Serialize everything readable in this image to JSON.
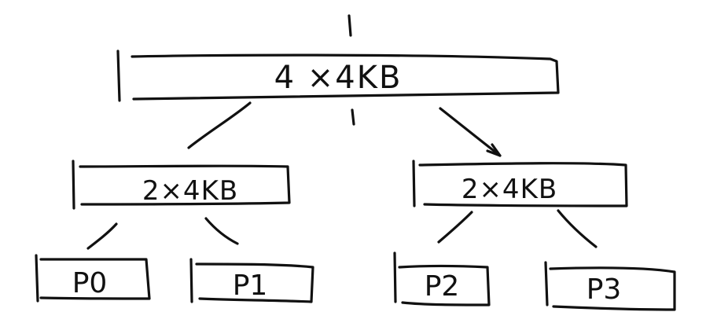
{
  "diagram": {
    "root": {
      "label": "4 ×4KB"
    },
    "level1": [
      {
        "label": "2×4KB"
      },
      {
        "label": "2×4KB"
      }
    ],
    "leaves": [
      {
        "label": "P0"
      },
      {
        "label": "P1"
      },
      {
        "label": "P2"
      },
      {
        "label": "P3"
      }
    ]
  }
}
